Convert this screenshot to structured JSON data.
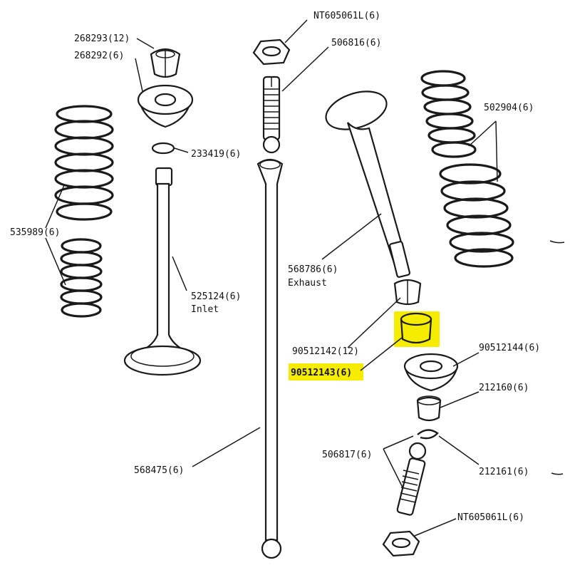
{
  "labels": {
    "nut_top": "NT605061L(6)",
    "adjuster_top": "506816(6)",
    "collet": "268293(12)",
    "spring_cap": "268292(6)",
    "seal_ring": "233419(6)",
    "springs_inlet": "535989(6)",
    "inlet_valve_part": "525124(6)",
    "inlet_valve_name": "Inlet",
    "pushrod": "568475(6)",
    "springs_exhaust": "502904(6)",
    "exhaust_valve_part": "568786(6)",
    "exhaust_valve_name": "Exhaust",
    "collet_exhaust": "90512142(12)",
    "highlighted_part": "90512143(6)",
    "cap_exhaust": "90512144(6)",
    "cup": "212160(6)",
    "circlip": "212161(6)",
    "adjuster_bottom": "506817(6)",
    "nut_bottom": "NT605061L(6)"
  },
  "colors": {
    "highlight": "#f5ec00",
    "ink": "#1a1a1a"
  }
}
